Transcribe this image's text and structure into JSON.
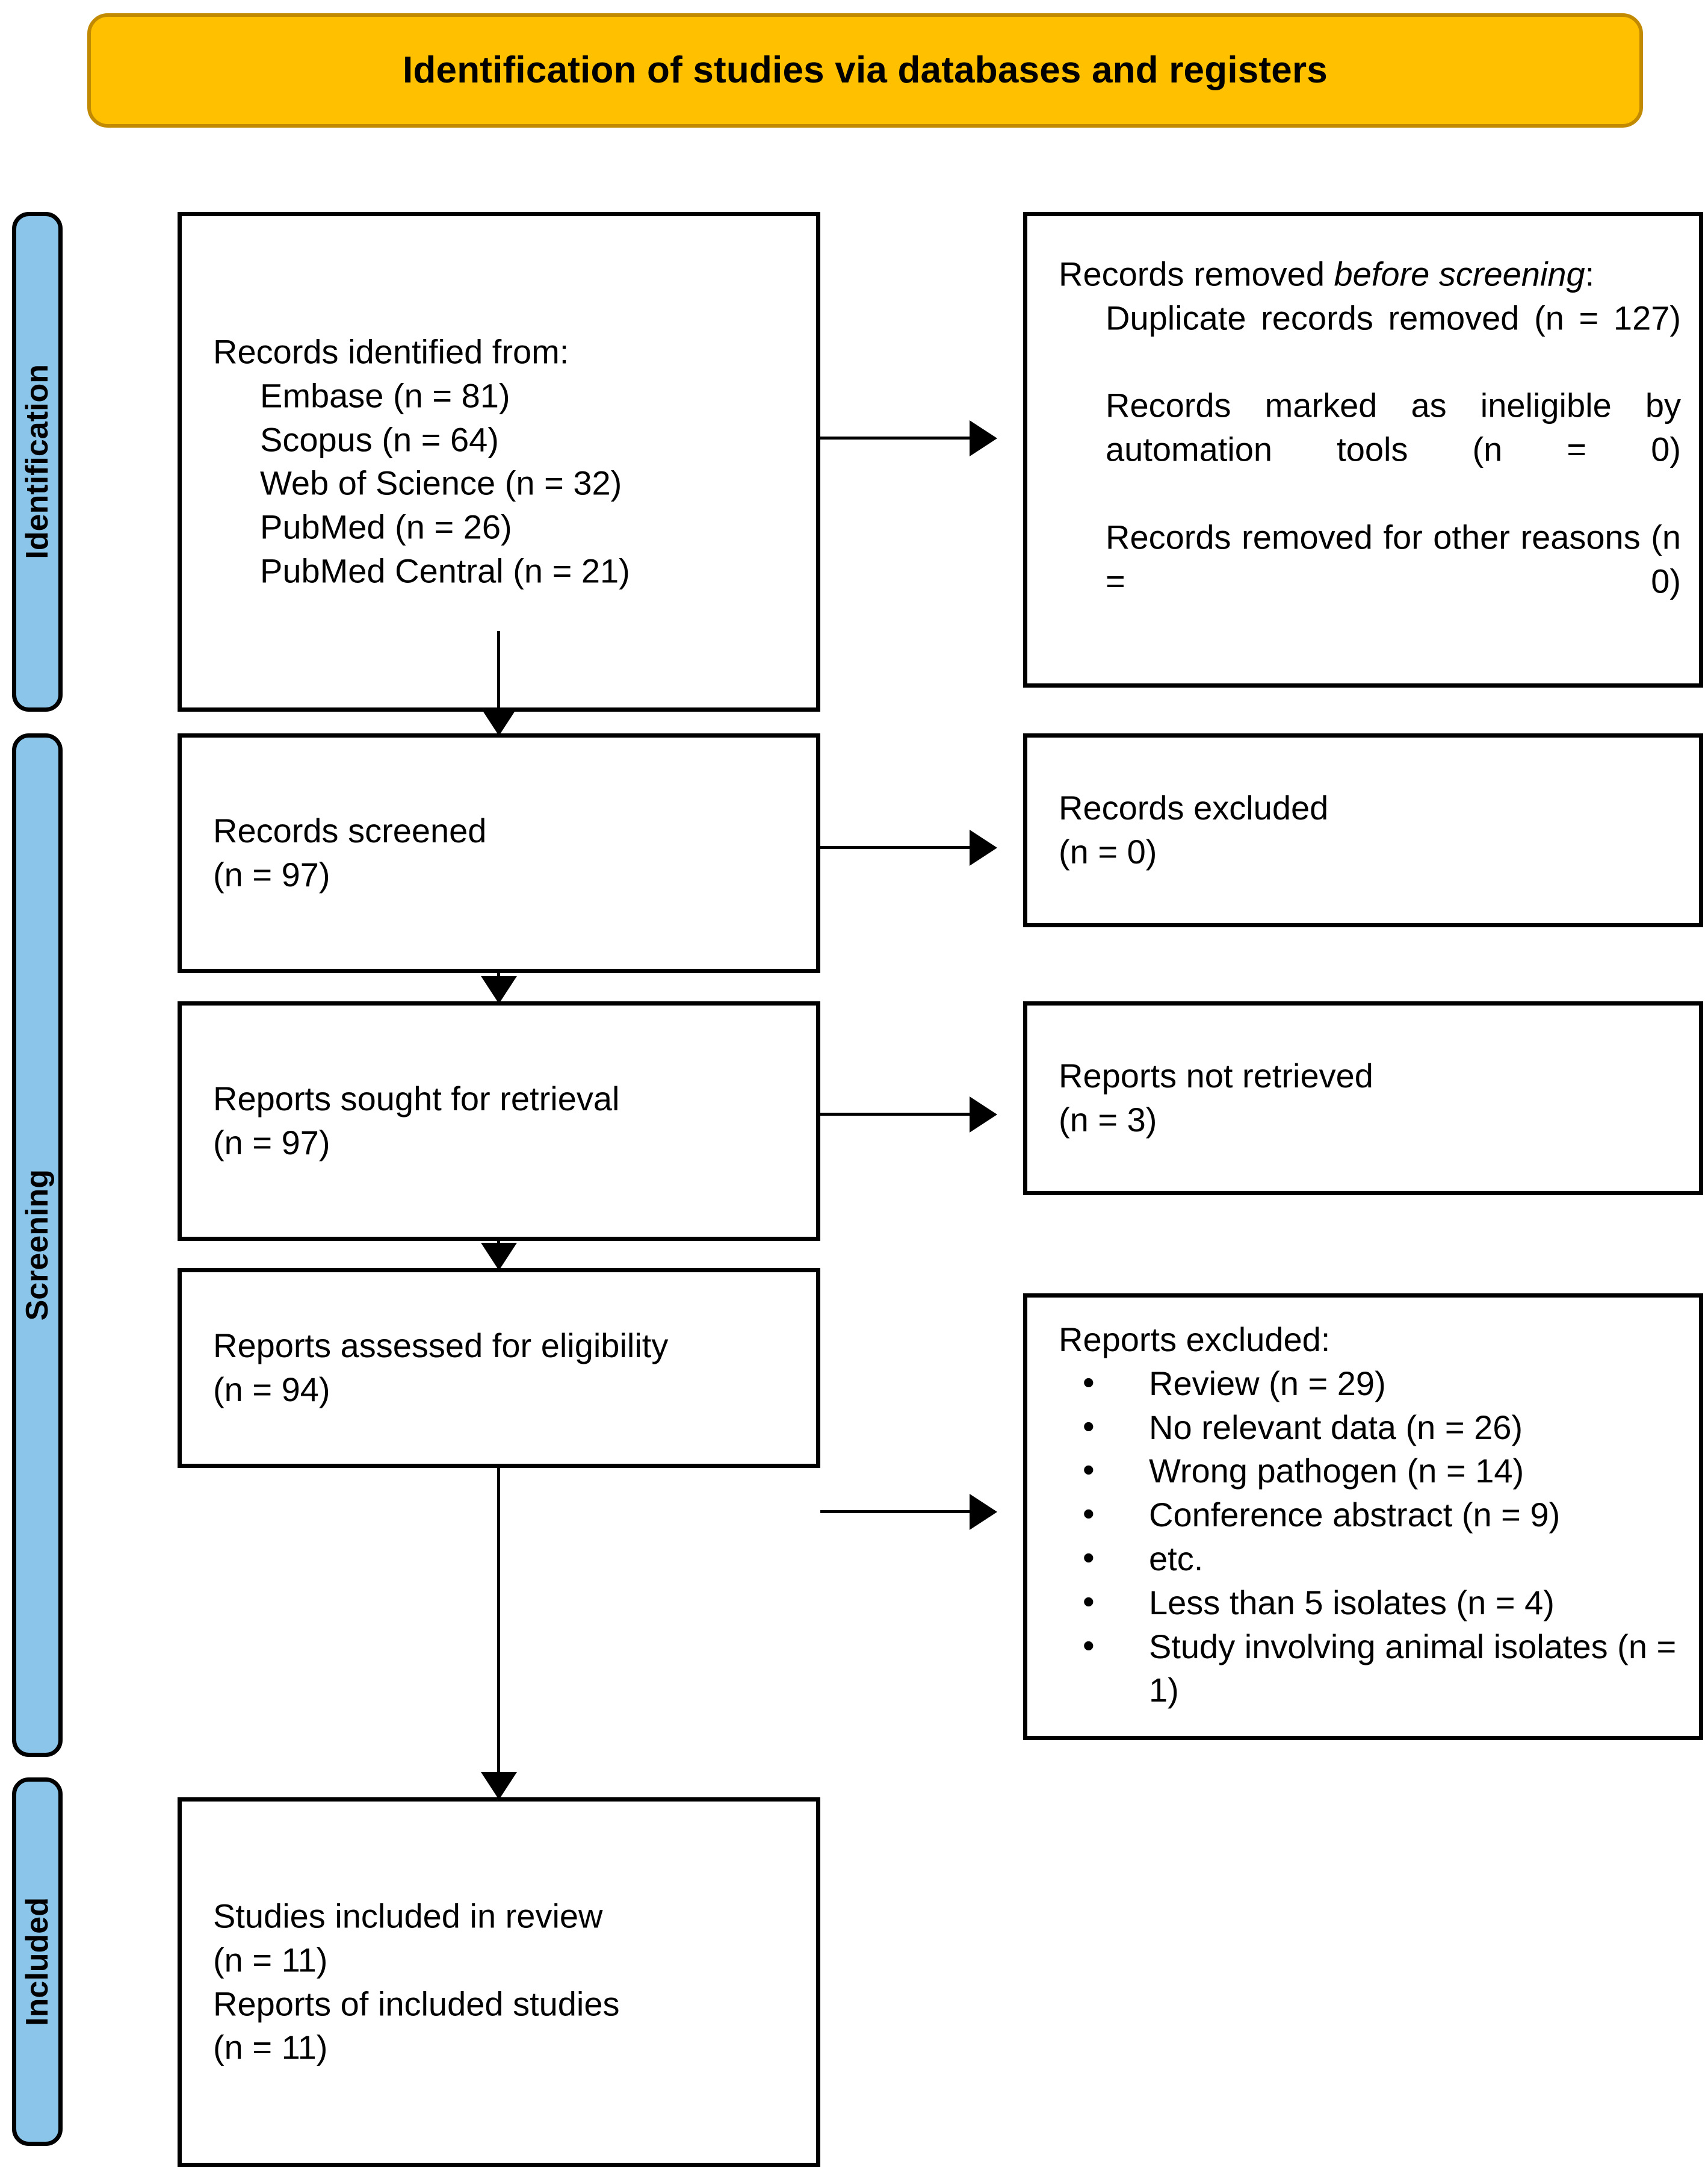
{
  "header": {
    "title": "Identification of studies via databases and registers",
    "bg_color": "#FFC000",
    "border_color": "#C28A00"
  },
  "phases": {
    "accent_color": "#8CC5EA",
    "identification": "Identification",
    "screening": "Screening",
    "included": "Included"
  },
  "boxes": {
    "identified": {
      "heading": "Records identified from:",
      "sources": [
        "Embase (n = 81)",
        "Scopus (n = 64)",
        "Web of Science (n = 32)",
        "PubMed (n = 26)",
        "PubMed Central (n = 21)"
      ]
    },
    "removed_before_screening": {
      "heading_prefix": "Records removed ",
      "heading_italic": "before screening",
      "heading_suffix": ":",
      "reasons": [
        "Duplicate records removed (n = 127)",
        "Records marked as ineligible by automation tools (n = 0)",
        "Records removed for other reasons (n = 0)"
      ]
    },
    "screened": {
      "label": "Records screened",
      "count": "(n = 97)"
    },
    "records_excluded": {
      "label": "Records excluded",
      "count": "(n = 0)"
    },
    "sought": {
      "label": "Reports sought for retrieval",
      "count": "(n = 97)"
    },
    "not_retrieved": {
      "label": "Reports not retrieved",
      "count": "(n = 3)"
    },
    "assessed": {
      "label": "Reports assessed for eligibility",
      "count": "(n = 94)"
    },
    "reports_excluded": {
      "heading": "Reports excluded:",
      "reasons": [
        "Review (n = 29)",
        "No relevant data (n = 26)",
        "Wrong pathogen (n = 14)",
        "Conference abstract (n = 9)",
        "etc.",
        "Less than 5 isolates (n = 4)",
        "Study involving animal isolates (n = 1)"
      ]
    },
    "included": {
      "studies_label": "Studies included in review",
      "studies_count": "(n = 11)",
      "reports_label": "Reports of included studies",
      "reports_count": "(n = 11)"
    }
  }
}
